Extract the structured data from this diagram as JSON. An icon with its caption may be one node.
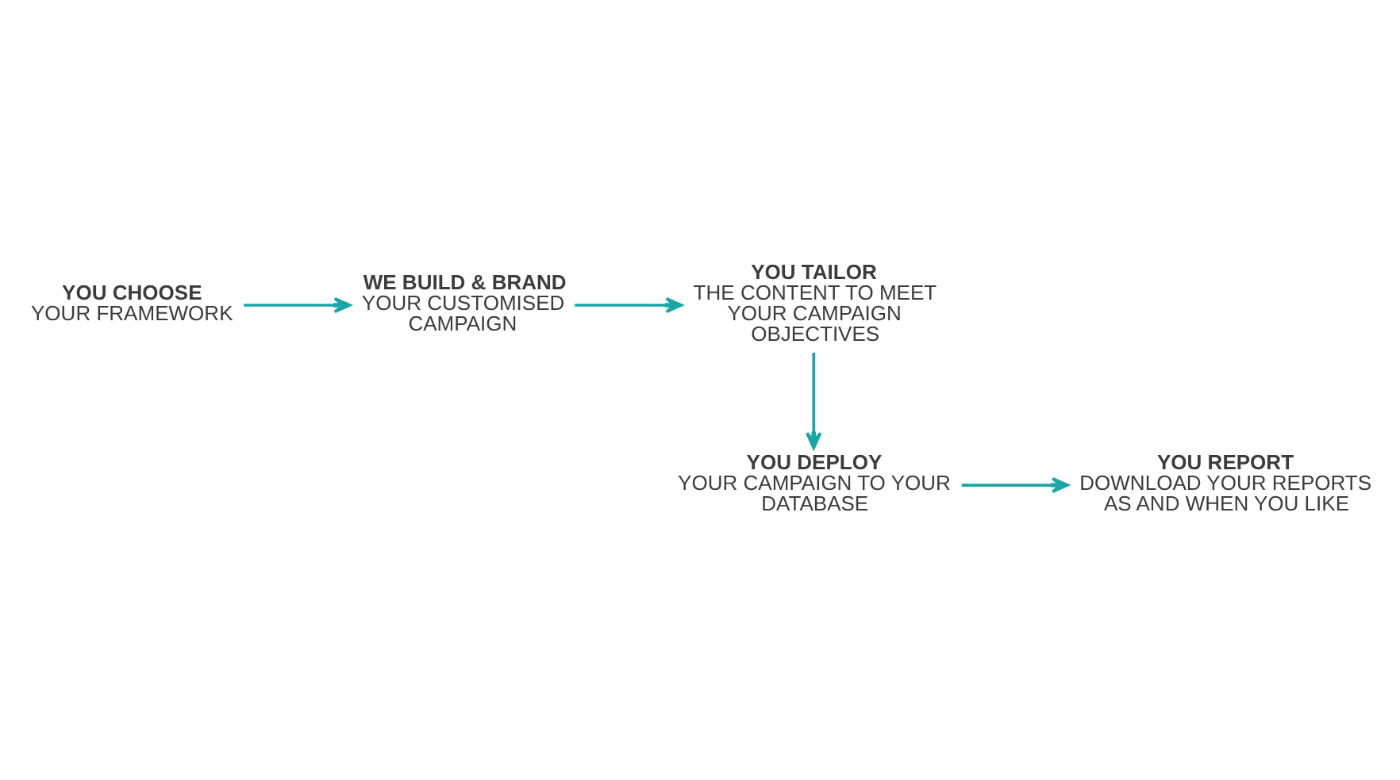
{
  "diagram": {
    "nodes": [
      {
        "text": [
          "YOU CHOOSE",
          "YOUR FRAMEWORK"
        ]
      },
      {
        "text": [
          "WE BUILD & BRAND",
          "YOUR CUSTOMISED CAMPAIGN"
        ]
      },
      {
        "text": [
          "YOU TAILOR",
          "THE CONTENT TO MEET YOUR CAMPAIGN OBJECTIVES"
        ]
      },
      {
        "text": [
          "YOU DEPLOY",
          "YOUR CAMPAIGN TO YOUR DATABASE"
        ]
      },
      {
        "text": [
          "YOU REPORT",
          "DOWNLOAD YOUR REPORTS AS AND WHEN YOU LIKE"
        ]
      }
    ],
    "edges": [
      {
        "from": 0,
        "to": 1,
        "arrow": "to"
      },
      {
        "from": 1,
        "to": 2,
        "arrow": "to"
      },
      {
        "from": 2,
        "to": 3,
        "arrow": "to"
      },
      {
        "from": 3,
        "to": 4,
        "arrow": "to"
      }
    ]
  }
}
